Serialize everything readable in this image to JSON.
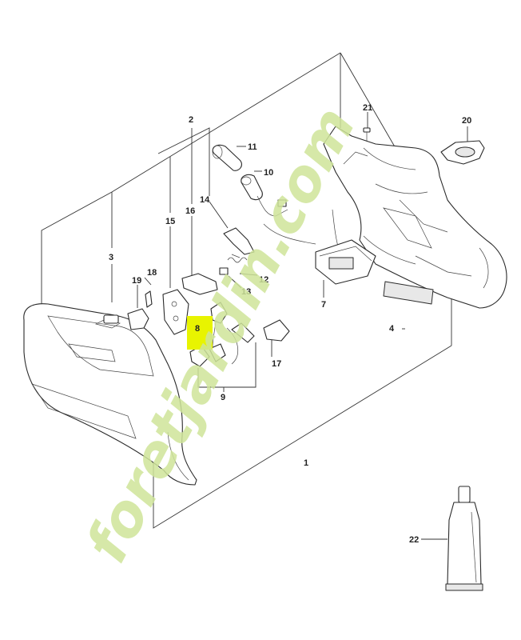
{
  "diagram": {
    "callouts": [
      {
        "id": "c1",
        "text": "1"
      },
      {
        "id": "c2",
        "text": "2"
      },
      {
        "id": "c3",
        "text": "3"
      },
      {
        "id": "c4",
        "text": "4"
      },
      {
        "id": "c7",
        "text": "7"
      },
      {
        "id": "c8",
        "text": "8"
      },
      {
        "id": "c9",
        "text": "9"
      },
      {
        "id": "c10",
        "text": "10"
      },
      {
        "id": "c11",
        "text": "11"
      },
      {
        "id": "c12",
        "text": "12"
      },
      {
        "id": "c13",
        "text": "13"
      },
      {
        "id": "c14",
        "text": "14"
      },
      {
        "id": "c15",
        "text": "15"
      },
      {
        "id": "c16",
        "text": "16"
      },
      {
        "id": "c17",
        "text": "17"
      },
      {
        "id": "c18",
        "text": "18"
      },
      {
        "id": "c19",
        "text": "19"
      },
      {
        "id": "c20",
        "text": "20"
      },
      {
        "id": "c21",
        "text": "21"
      },
      {
        "id": "c22",
        "text": "22"
      }
    ],
    "highlight_color": "#e8f400",
    "watermark": {
      "text": "foretjardin.com",
      "colors": [
        "#cfe59a",
        "#f7d39c",
        "#cbbfae"
      ]
    }
  }
}
